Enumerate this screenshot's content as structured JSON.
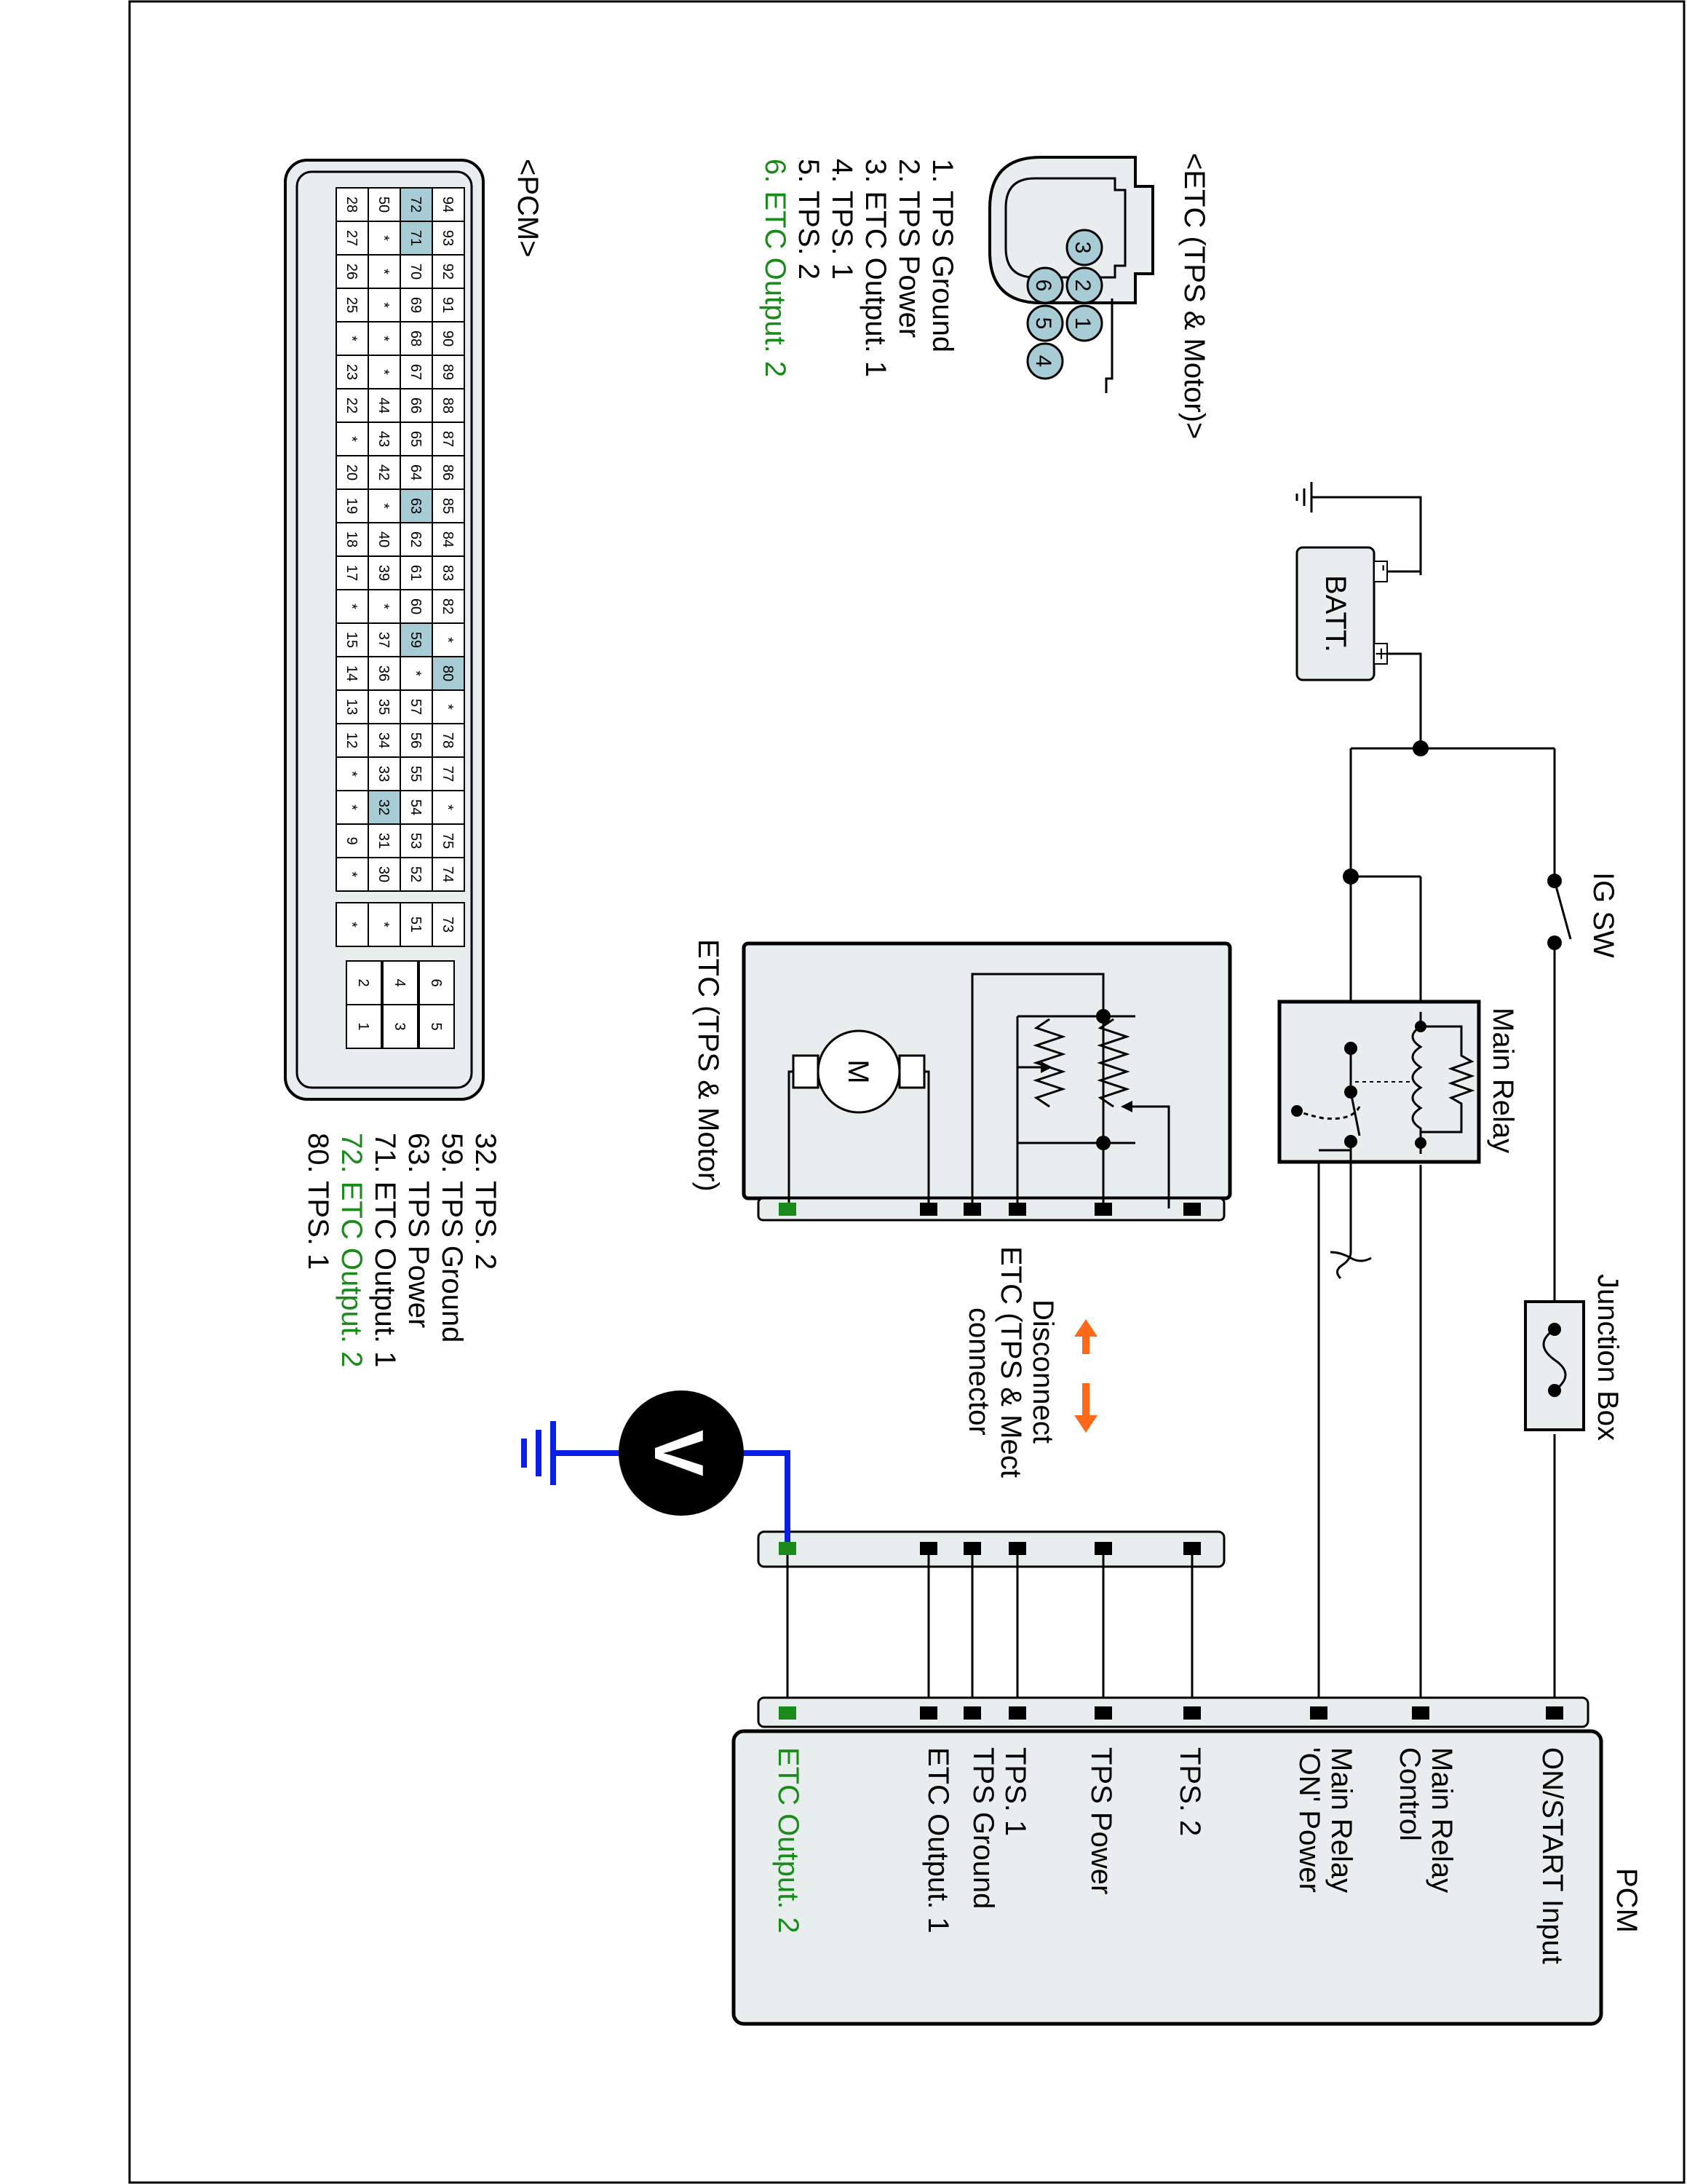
{
  "labels": {
    "ig_sw": "IG SW",
    "main_relay": "Main Relay",
    "junction_box": "Junction Box",
    "batt": "BATT.",
    "batt_minus": "-",
    "batt_plus": "+",
    "etc_box": "ETC (TPS & Motor)",
    "motor": "M",
    "meter": "V",
    "disconnect_1": "Disconnect",
    "disconnect_2": "ETC (TPS & Mect",
    "disconnect_3": "connector",
    "pcm": "PCM",
    "etc_connector_title": "<ETC (TPS & Motor)>",
    "pcm_connector_title": "<PCM>"
  },
  "pcm_pins": [
    {
      "label_1": "ON/START Input",
      "label_2": ""
    },
    {
      "label_1": "Main Relay",
      "label_2": "Control"
    },
    {
      "label_1": "Main Relay",
      "label_2": "'ON' Power"
    },
    {
      "label_1": "TPS. 2",
      "label_2": ""
    },
    {
      "label_1": "TPS Power",
      "label_2": ""
    },
    {
      "label_1": "TPS. 1",
      "label_2": ""
    },
    {
      "label_1": "TPS Ground",
      "label_2": ""
    },
    {
      "label_1": "ETC Output. 1",
      "label_2": ""
    },
    {
      "label_1": "ETC Output. 2",
      "label_2": ""
    }
  ],
  "etc_pin_legend": [
    "1. TPS Ground",
    "2. TPS Power",
    "3. ETC Output. 1",
    "4. TPS. 1",
    "5. TPS. 2",
    "6. ETC Output. 2"
  ],
  "etc_connector_pins": [
    "3",
    "2",
    "1",
    "6",
    "5",
    "4"
  ],
  "pcm_pin_legend": [
    "32. TPS. 2",
    "59. TPS Ground",
    "63. TPS Power",
    "71. ETC Output. 1",
    "72. ETC Output. 2",
    "80. TPS. 1"
  ],
  "pcm_grid": {
    "rows": [
      [
        "94",
        "93",
        "92",
        "91",
        "90",
        "89",
        "88",
        "87",
        "86",
        "85",
        "84",
        "83",
        "82",
        "*",
        "80",
        "*",
        "78",
        "77",
        "*",
        "75",
        "74"
      ],
      [
        "72",
        "71",
        "70",
        "69",
        "68",
        "67",
        "66",
        "65",
        "64",
        "63",
        "62",
        "61",
        "60",
        "59",
        "*",
        "57",
        "56",
        "55",
        "54",
        "53",
        "52"
      ],
      [
        "50",
        "*",
        "*",
        "*",
        "*",
        "*",
        "44",
        "43",
        "42",
        "*",
        "40",
        "39",
        "*",
        "37",
        "36",
        "35",
        "34",
        "33",
        "32",
        "31",
        "30"
      ],
      [
        "28",
        "27",
        "26",
        "25",
        "*",
        "23",
        "22",
        "*",
        "20",
        "19",
        "18",
        "17",
        "*",
        "15",
        "14",
        "13",
        "12",
        "*",
        "*",
        "9",
        "*"
      ]
    ],
    "extra": [
      "73",
      "51",
      "*",
      "*"
    ],
    "small": [
      [
        "6",
        "5"
      ],
      [
        "4",
        "3"
      ],
      [
        "2",
        "1"
      ]
    ],
    "highlighted": [
      "72",
      "71",
      "63",
      "59",
      "80",
      "32"
    ]
  },
  "colors": {
    "green": "#1a8a1a",
    "blue": "#0a1ee6",
    "orange": "#ff6a1a",
    "panel": "#e8eeee",
    "highlight": "#a8ccd6"
  }
}
